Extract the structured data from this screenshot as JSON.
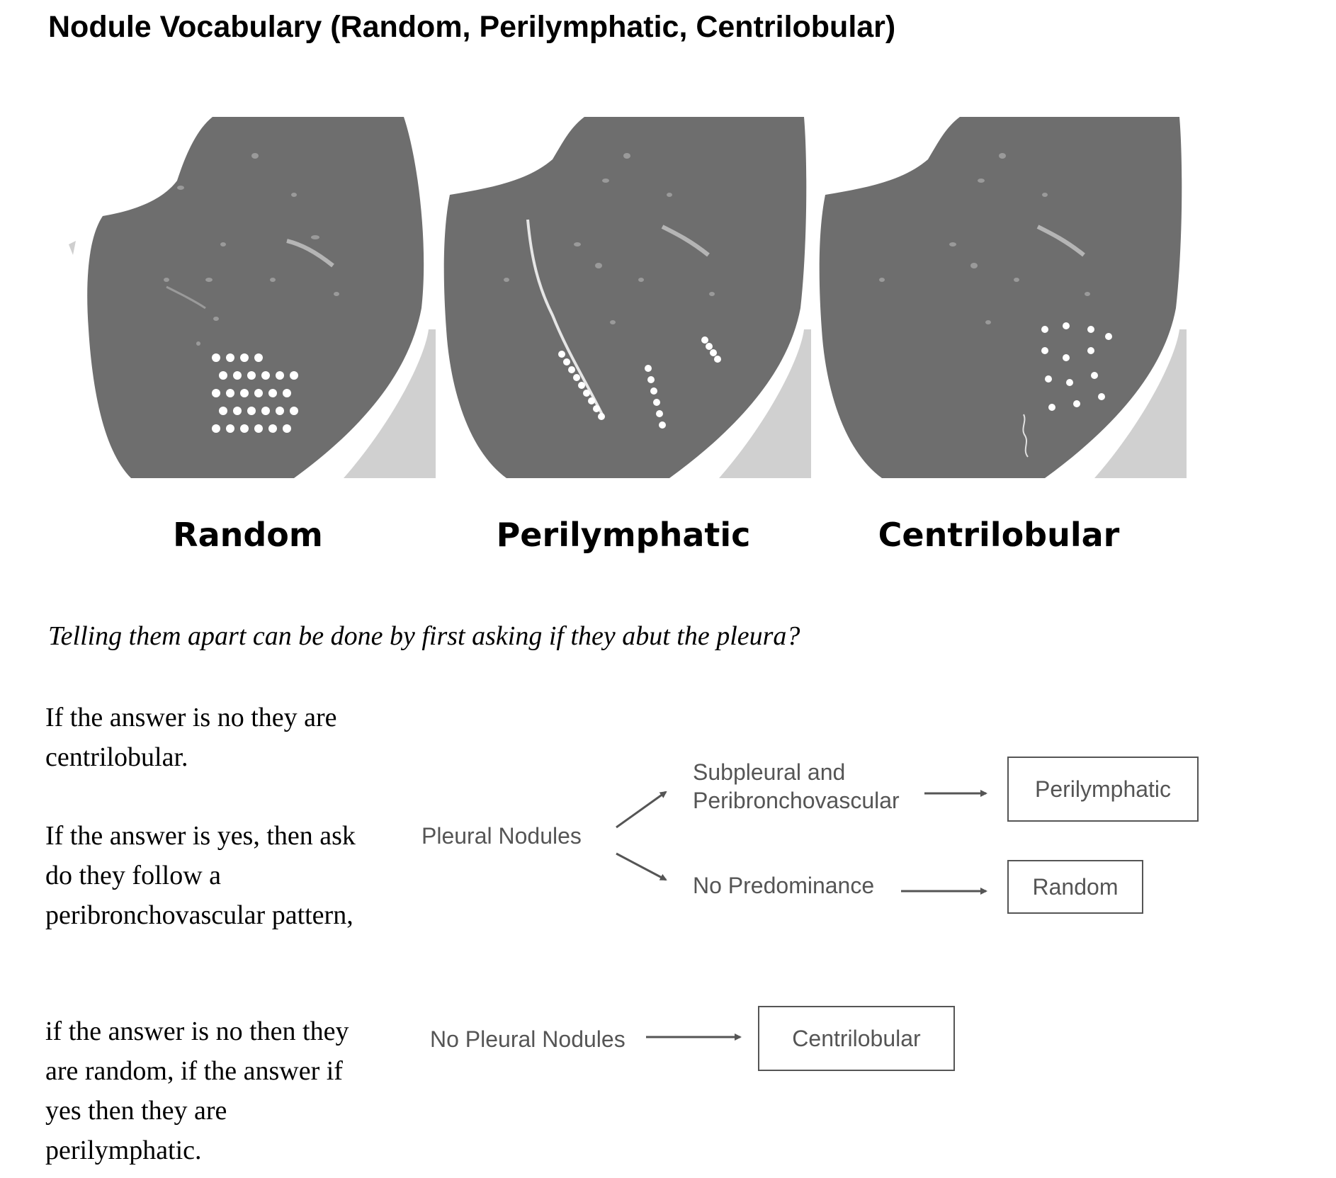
{
  "title": "Nodule Vocabulary (Random, Perilymphatic, Centrilobular)",
  "panels": [
    {
      "label": "Random"
    },
    {
      "label": "Perilymphatic"
    },
    {
      "label": "Centrilobular"
    }
  ],
  "question": "Telling them apart can be done by first asking if they abut the pleura?",
  "paragraphs": [
    "If the answer is no they are centrilobular.",
    "If the answer is yes, then ask do they follow a peribronchovascular pattern,",
    "if the answer is no then they are random, if the answer if yes then they are perilymphatic."
  ],
  "flowchart": {
    "pleural_nodules": "Pleural Nodules",
    "subpleural_line1": "Subpleural and",
    "subpleural_line2": "Peribronchovascular",
    "no_predominance": "No Predominance",
    "result_perilymphatic": "Perilymphatic",
    "result_random": "Random",
    "no_pleural_nodules": "No Pleural Nodules",
    "result_centrilobular": "Centrilobular"
  }
}
